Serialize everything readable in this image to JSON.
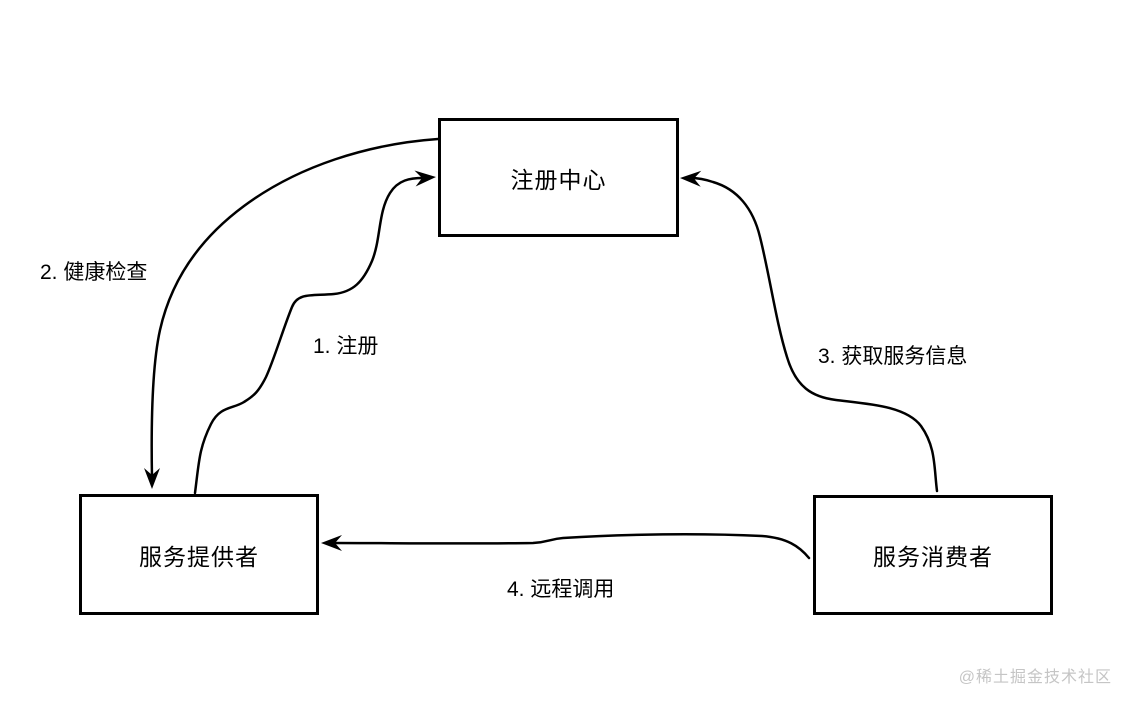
{
  "diagram": {
    "title": "service-registry-architecture",
    "colors": {
      "background": "#ffffff",
      "line": "#000000",
      "node_border": "#000000",
      "node_fill": "#ffffff",
      "text": "#000000",
      "watermark": "#c5c5c5"
    },
    "nodes": {
      "registry": {
        "label": "注册中心"
      },
      "provider": {
        "label": "服务提供者"
      },
      "consumer": {
        "label": "服务消费者"
      }
    },
    "edges": {
      "register": {
        "label": "1. 注册",
        "from": "服务提供者",
        "to": "注册中心"
      },
      "health_check": {
        "label": "2. 健康检查",
        "from": "注册中心",
        "to": "服务提供者"
      },
      "fetch_info": {
        "label": "3. 获取服务信息",
        "from": "服务消费者",
        "to": "注册中心"
      },
      "remote_call": {
        "label": "4. 远程调用",
        "from": "服务消费者",
        "to": "服务提供者"
      }
    },
    "watermark": {
      "text": "@稀土掘金技术社区"
    }
  }
}
